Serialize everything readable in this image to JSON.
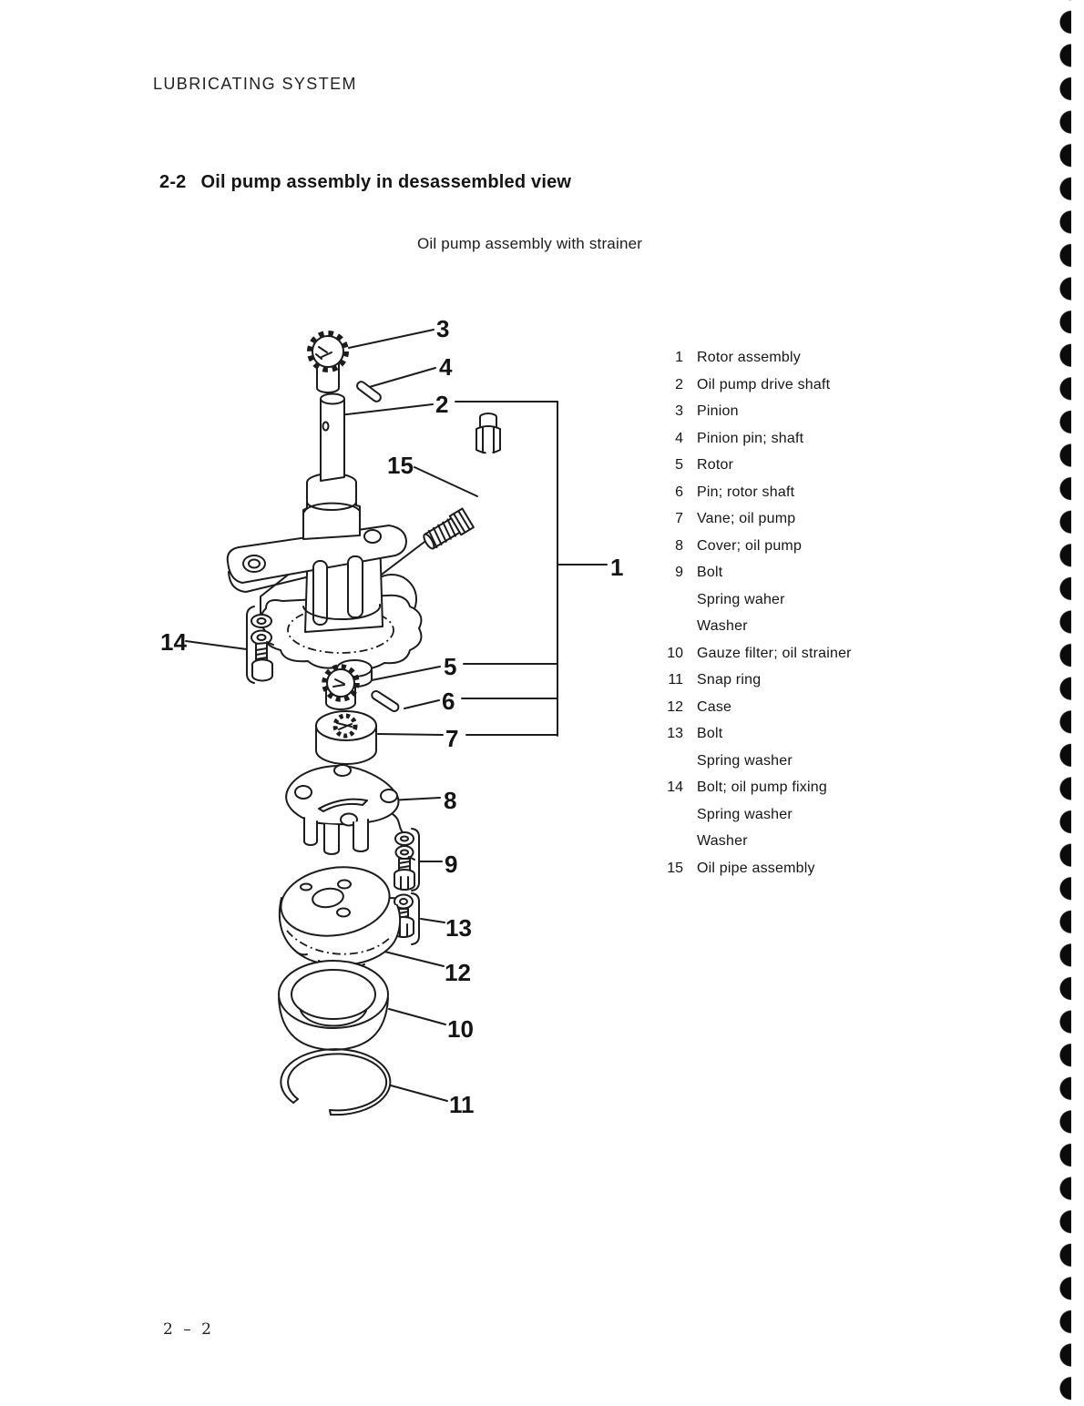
{
  "page": {
    "header": "LUBRICATING SYSTEM",
    "section_number": "2-2",
    "section_title": "Oil pump assembly in desassembled view",
    "figure_caption": "Oil pump assembly with strainer",
    "page_number": "2 – 2"
  },
  "colors": {
    "paper": "#ffffff",
    "ink": "#1a1a1a"
  },
  "parts_list": {
    "rows": [
      {
        "num": "1",
        "label": "Rotor assembly"
      },
      {
        "num": "2",
        "label": "Oil pump drive shaft"
      },
      {
        "num": "3",
        "label": "Pinion"
      },
      {
        "num": "4",
        "label": "Pinion pin; shaft"
      },
      {
        "num": "5",
        "label": "Rotor"
      },
      {
        "num": "6",
        "label": "Pin; rotor shaft"
      },
      {
        "num": "7",
        "label": "Vane; oil pump"
      },
      {
        "num": "8",
        "label": "Cover; oil pump"
      },
      {
        "num": "9",
        "label": "Bolt"
      },
      {
        "num": "",
        "label": "Spring waher"
      },
      {
        "num": "",
        "label": "Washer"
      },
      {
        "num": "10",
        "label": "Gauze filter; oil strainer"
      },
      {
        "num": "11",
        "label": "Snap ring"
      },
      {
        "num": "12",
        "label": "Case"
      },
      {
        "num": "13",
        "label": "Bolt"
      },
      {
        "num": "",
        "label": "Spring washer"
      },
      {
        "num": "14",
        "label": "Bolt; oil pump fixing"
      },
      {
        "num": "",
        "label": "Spring washer"
      },
      {
        "num": "",
        "label": "Washer"
      },
      {
        "num": "15",
        "label": "Oil pipe assembly"
      }
    ]
  },
  "diagram": {
    "callouts": {
      "c1": "1",
      "c2": "2",
      "c3": "3",
      "c4": "4",
      "c5": "5",
      "c6": "6",
      "c7": "7",
      "c8": "8",
      "c9": "9",
      "c10": "10",
      "c11": "11",
      "c12": "12",
      "c13": "13",
      "c14": "14",
      "c15": "15"
    }
  }
}
